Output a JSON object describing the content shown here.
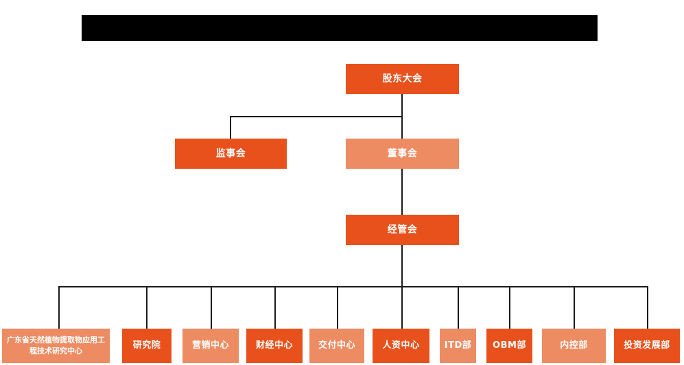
{
  "chart": {
    "title_bar": {
      "name": "redacted-title-bar",
      "text": ""
    },
    "background_color": "#ffffff",
    "colors": {
      "primary": "#E8511C",
      "secondary": "#ED8B62",
      "connector": "#1a1a1a",
      "text": "#ffffff",
      "redaction": "#000000"
    },
    "levels": [
      {
        "level": 1,
        "nodes": [
          {
            "id": "shareholders-meeting",
            "label": "股东大会",
            "style": "primary"
          }
        ]
      },
      {
        "level": 2,
        "nodes": [
          {
            "id": "board-of-supervisors",
            "label": "监事会",
            "style": "primary"
          },
          {
            "id": "board-of-directors",
            "label": "董事会",
            "style": "secondary"
          }
        ]
      },
      {
        "level": 3,
        "nodes": [
          {
            "id": "management-committee",
            "label": "经管会",
            "style": "primary"
          }
        ]
      },
      {
        "level": 4,
        "nodes": [
          {
            "id": "guangdong-research-center",
            "label": "广东省天然植物提取物应用工程技术研究中心",
            "style": "secondary"
          },
          {
            "id": "research-institute",
            "label": "研究院",
            "style": "primary"
          },
          {
            "id": "marketing-center",
            "label": "营销中心",
            "style": "secondary"
          },
          {
            "id": "finance-center",
            "label": "财经中心",
            "style": "primary"
          },
          {
            "id": "delivery-center",
            "label": "交付中心",
            "style": "secondary"
          },
          {
            "id": "hr-center",
            "label": "人资中心",
            "style": "primary"
          },
          {
            "id": "itd-department",
            "label": "ITD部",
            "style": "secondary"
          },
          {
            "id": "obm-department",
            "label": "OBM部",
            "style": "primary"
          },
          {
            "id": "internal-control-department",
            "label": "内控部",
            "style": "secondary"
          },
          {
            "id": "investment-development-department",
            "label": "投资发展部",
            "style": "primary"
          }
        ]
      }
    ]
  }
}
